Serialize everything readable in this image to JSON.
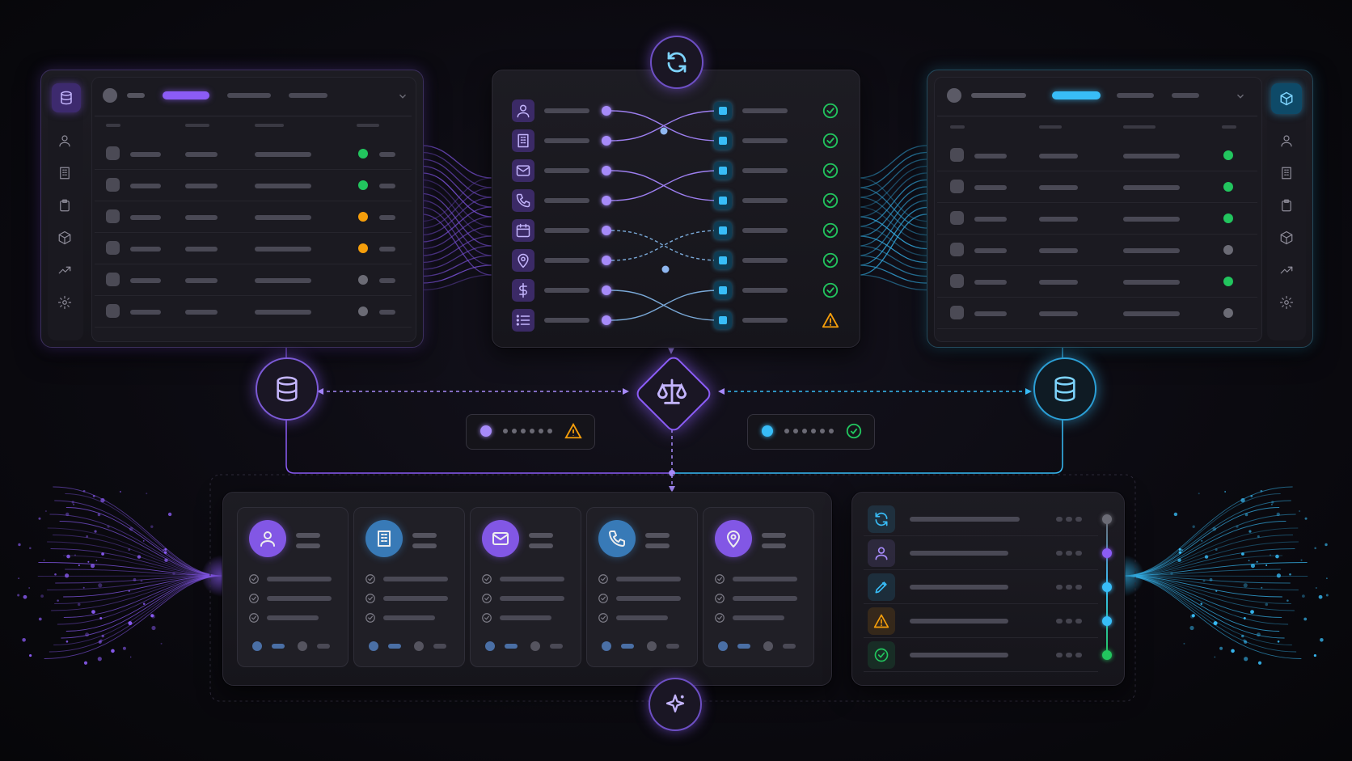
{
  "colors": {
    "purple": "#8b5cf6",
    "purple_light": "#a78bfa",
    "cyan": "#38bdf8",
    "green": "#22c55e",
    "amber": "#f59e0b",
    "background": "#0b0a10"
  },
  "left_panel": {
    "theme": "purple",
    "header_icon": "database-icon",
    "sidebar_icons": [
      "user-icon",
      "building-icon",
      "clipboard-icon",
      "cube-icon",
      "trend-icon",
      "gear-icon"
    ],
    "row_status_colors": [
      "#22c55e",
      "#22c55e",
      "#f59e0b",
      "#f59e0b",
      "#6b6b75",
      "#6b6b75"
    ]
  },
  "right_panel": {
    "theme": "cyan",
    "header_icon": "cube-icon",
    "sidebar_icons": [
      "user-icon",
      "building-icon",
      "clipboard-icon",
      "cube-icon",
      "trend-icon",
      "gear-icon"
    ],
    "row_status_colors": [
      "#22c55e",
      "#22c55e",
      "#22c55e",
      "#6b6b75",
      "#22c55e",
      "#6b6b75"
    ]
  },
  "mapping_panel": {
    "top_icon": "sync-icon",
    "field_icons": [
      "user-icon",
      "building-icon",
      "mail-icon",
      "phone-icon",
      "calendar-icon",
      "location-icon",
      "dollar-icon",
      "list-icon"
    ],
    "row_status": [
      "check",
      "check",
      "check",
      "check",
      "check",
      "check",
      "check",
      "warning"
    ]
  },
  "center_node": {
    "icon": "scales-icon"
  },
  "left_db_node": {
    "icon": "database-icon"
  },
  "right_db_node": {
    "icon": "database-icon"
  },
  "left_status": {
    "indicator_color": "#a78bfa",
    "status": "warning"
  },
  "right_status": {
    "indicator_color": "#38bdf8",
    "status": "check"
  },
  "record_cards": [
    {
      "icon": "user-icon",
      "accent": "#8b5cf6"
    },
    {
      "icon": "building-icon",
      "accent": "#3b82c4"
    },
    {
      "icon": "mail-icon",
      "accent": "#8b5cf6"
    },
    {
      "icon": "phone-icon",
      "accent": "#3b82c4"
    },
    {
      "icon": "location-icon",
      "accent": "#8b5cf6"
    }
  ],
  "activity_log": [
    {
      "icon": "sync-icon",
      "tint": "#38bdf8",
      "node": "#6b6b75"
    },
    {
      "icon": "user-icon",
      "tint": "#a78bfa",
      "node": "#8b5cf6"
    },
    {
      "icon": "pencil-icon",
      "tint": "#38bdf8",
      "node": "#38bdf8"
    },
    {
      "icon": "warning-icon",
      "tint": "#f59e0b",
      "node": "#38bdf8"
    },
    {
      "icon": "check-icon",
      "tint": "#22c55e",
      "node": "#22c55e"
    }
  ],
  "bottom_node": {
    "icon": "sparkle-icon"
  }
}
